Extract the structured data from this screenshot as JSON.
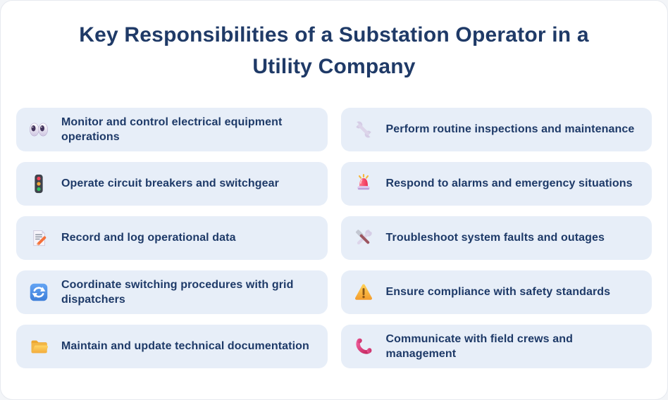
{
  "page": {
    "title": "Key Responsibilities of a Substation Operator in a\nUtility Company"
  },
  "colors": {
    "title_text": "#1f3a67",
    "card_background": "#e7eef8",
    "card_text": "#1e3a68",
    "page_background": "#ffffff",
    "accent_blue": "#4a94e8",
    "warning_orange": "#f5a82d",
    "alert_red": "#ee2d55",
    "phone_magenta": "#c2255c",
    "folder_amber": "#f2b646"
  },
  "items": [
    {
      "icon": "eyes-icon",
      "text": "Monitor and control electrical equipment\noperations"
    },
    {
      "icon": "wrench-icon",
      "text": "Perform routine inspections and maintenance"
    },
    {
      "icon": "traffic-light-icon",
      "text": "Operate circuit breakers and switchgear"
    },
    {
      "icon": "siren-icon",
      "text": "Respond to alarms and emergency situations"
    },
    {
      "icon": "memo-icon",
      "text": "Record and log operational data"
    },
    {
      "icon": "hammer-wrench-icon",
      "text": "Troubleshoot system faults and outages"
    },
    {
      "icon": "arrows-icon",
      "text": "Coordinate switching procedures with grid\ndispatchers"
    },
    {
      "icon": "warning-icon",
      "text": "Ensure compliance with safety standards"
    },
    {
      "icon": "folder-icon",
      "text": "Maintain and update technical documentation"
    },
    {
      "icon": "phone-icon",
      "text": "Communicate with field crews and\nmanagement"
    }
  ]
}
